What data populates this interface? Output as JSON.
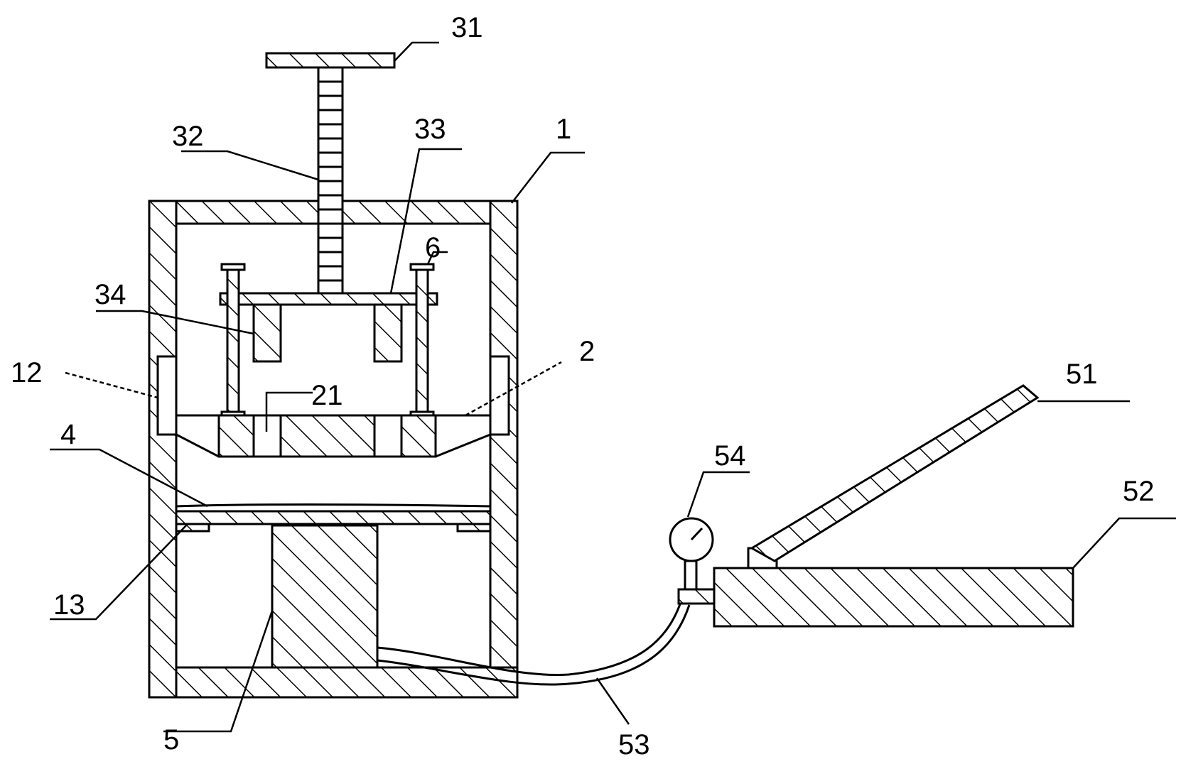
{
  "diagram": {
    "labels": {
      "l31": "31",
      "l32": "32",
      "l33": "33",
      "l1": "1",
      "l6": "6",
      "l34": "34",
      "l12": "12",
      "l21": "21",
      "l2": "2",
      "l51": "51",
      "l4": "4",
      "l54": "54",
      "l52": "52",
      "l13": "13",
      "l5": "5",
      "l53": "53"
    },
    "colors": {
      "line": "#000000",
      "background": "#ffffff"
    }
  }
}
